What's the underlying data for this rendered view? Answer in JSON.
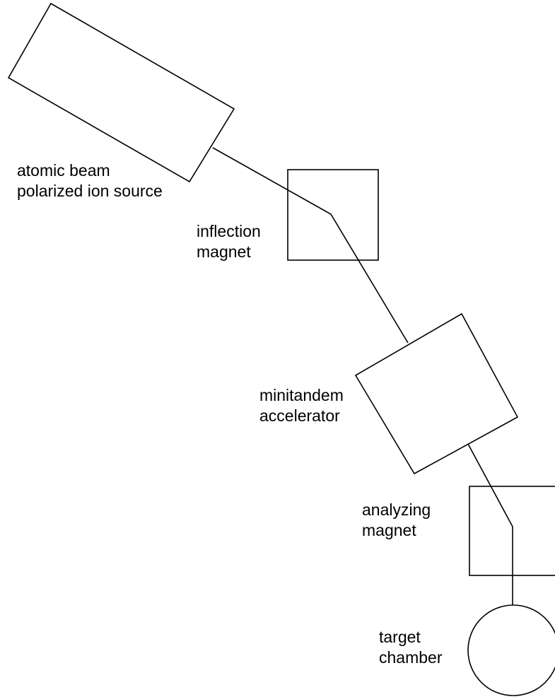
{
  "components": {
    "ion_source": {
      "line1": "atomic beam",
      "line2": "polarized ion source"
    },
    "inflection_magnet": {
      "line1": "inflection",
      "line2": "magnet"
    },
    "minitandem": {
      "line1": "minitandem",
      "line2": "accelerator"
    },
    "analyzing_magnet": {
      "line1": "analyzing",
      "line2": "magnet"
    },
    "target_chamber": {
      "line1": "target",
      "line2": "chamber"
    }
  },
  "colors": {
    "stroke": "#000000",
    "background": "#ffffff"
  }
}
